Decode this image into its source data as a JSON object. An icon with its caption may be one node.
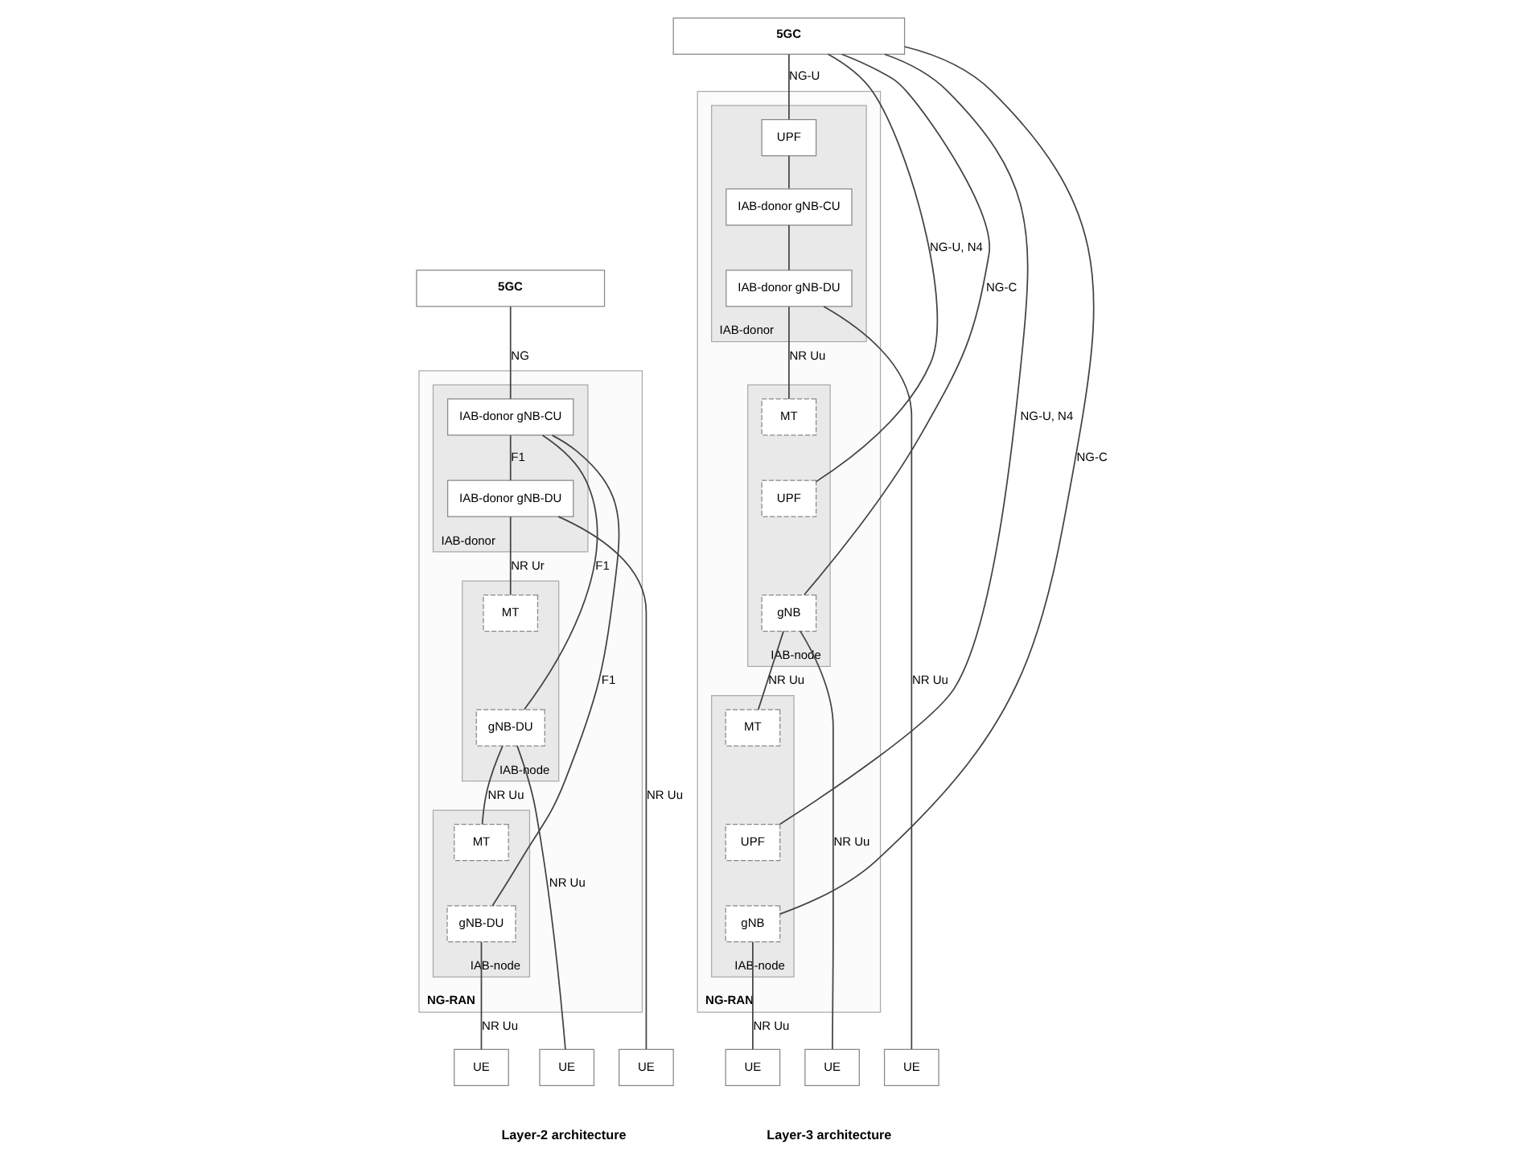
{
  "diagram": {
    "nodes": [
      {
        "text": [
          "5GC"
        ]
      },
      {
        "text": [
          "NG-RAN"
        ]
      },
      {
        "text": [
          "IAB-donor"
        ],
        "in": 1
      },
      {
        "text": [
          "IAB-donor gNB-CU"
        ],
        "in": 2
      },
      {
        "text": [
          "IAB-donor gNB-DU"
        ],
        "in": 2
      },
      {
        "text": [
          "IAB-node"
        ],
        "in": 1
      },
      {
        "text": [
          "MT"
        ],
        "in": 5
      },
      {
        "text": [
          "gNB-DU"
        ],
        "in": 5
      },
      {
        "text": [
          "IAB-node"
        ],
        "in": 1
      },
      {
        "text": [
          "MT"
        ],
        "in": 8
      },
      {
        "text": [
          "gNB-DU"
        ],
        "in": 8
      },
      {
        "text": [
          "UE"
        ]
      },
      {
        "text": [
          "UE"
        ]
      },
      {
        "text": [
          "UE"
        ]
      },
      {
        "text": [
          "5GC"
        ]
      },
      {
        "text": [
          "NG-RAN"
        ]
      },
      {
        "text": [
          "IAB-donor"
        ],
        "in": 15
      },
      {
        "text": [
          "UPF"
        ],
        "in": 16
      },
      {
        "text": [
          "IAB-donor gNB-CU"
        ],
        "in": 16
      },
      {
        "text": [
          "IAB-donor gNB-DU"
        ],
        "in": 16
      },
      {
        "text": [
          "IAB-node"
        ],
        "in": 15
      },
      {
        "text": [
          "MT"
        ],
        "in": 20
      },
      {
        "text": [
          "UPF"
        ],
        "in": 20
      },
      {
        "text": [
          "gNB"
        ],
        "in": 20
      },
      {
        "text": [
          "IAB-node"
        ],
        "in": 15
      },
      {
        "text": [
          "MT"
        ],
        "in": 24
      },
      {
        "text": [
          "UPF"
        ],
        "in": 24
      },
      {
        "text": [
          "gNB"
        ],
        "in": 24
      },
      {
        "text": [
          "UE"
        ]
      },
      {
        "text": [
          "UE"
        ]
      },
      {
        "text": [
          "UE"
        ]
      }
    ],
    "edges": [
      {
        "from": 0,
        "to": 3,
        "arrow": "none",
        "label": "NG"
      },
      {
        "from": 3,
        "to": 4,
        "arrow": "none",
        "label": "F1"
      },
      {
        "from": 4,
        "to": 6,
        "arrow": "none",
        "label": "NR Ur"
      },
      {
        "from": 3,
        "to": 7,
        "arrow": "none",
        "label": "F1"
      },
      {
        "from": 7,
        "to": 9,
        "arrow": "none",
        "label": "NR Uu"
      },
      {
        "from": 3,
        "to": 10,
        "arrow": "none",
        "label": "F1"
      },
      {
        "from": 4,
        "to": 11,
        "arrow": "none",
        "label": "NR Uu"
      },
      {
        "from": 7,
        "to": 12,
        "arrow": "none",
        "label": "NR Uu"
      },
      {
        "from": 10,
        "to": 13,
        "arrow": "none",
        "label": "NR Uu"
      },
      {
        "from": 14,
        "to": 17,
        "arrow": "none",
        "label": "NG-U"
      },
      {
        "from": 17,
        "to": 18,
        "arrow": "none"
      },
      {
        "from": 18,
        "to": 19,
        "arrow": "none"
      },
      {
        "from": 19,
        "to": 21,
        "arrow": "none",
        "label": "NR Uu"
      },
      {
        "from": 14,
        "to": 22,
        "arrow": "none",
        "label": "NG-U, N4"
      },
      {
        "from": 14,
        "to": 23,
        "arrow": "none",
        "label": "NG-C"
      },
      {
        "from": 23,
        "to": 25,
        "arrow": "none",
        "label": "NR Uu"
      },
      {
        "from": 14,
        "to": 26,
        "arrow": "none",
        "label": "NG-U, N4"
      },
      {
        "from": 14,
        "to": 27,
        "arrow": "none",
        "label": "NG-C"
      },
      {
        "from": 19,
        "to": 28,
        "arrow": "none",
        "label": "NR Uu"
      },
      {
        "from": 23,
        "to": 29,
        "arrow": "none",
        "label": "NR Uu"
      },
      {
        "from": 27,
        "to": 30,
        "arrow": "none",
        "label": "NR Uu"
      }
    ],
    "labels": [
      "Layer-2 architecture",
      "Layer-3 architecture"
    ]
  }
}
